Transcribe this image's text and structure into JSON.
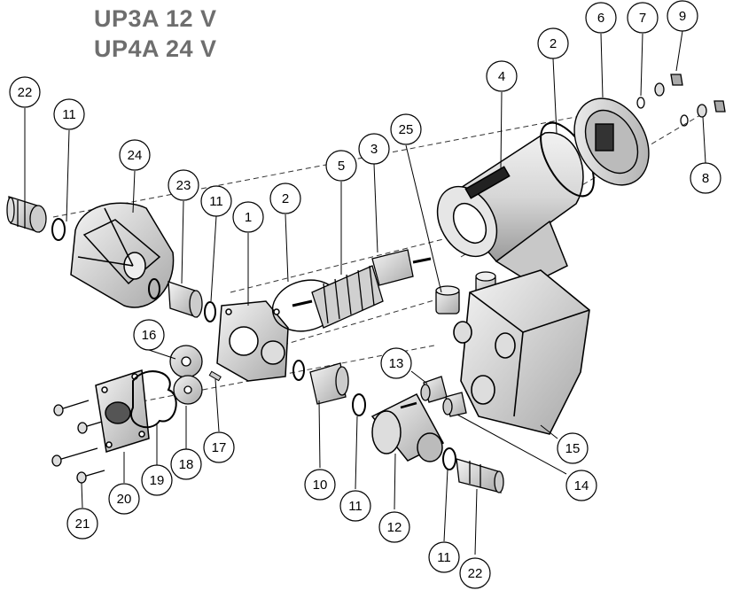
{
  "title": {
    "line1": "UP3A 12 V",
    "line2": "UP4A 24 V"
  },
  "callouts": [
    {
      "id": "c22a",
      "label": "22"
    },
    {
      "id": "c11a",
      "label": "11"
    },
    {
      "id": "c24",
      "label": "24"
    },
    {
      "id": "c23",
      "label": "23"
    },
    {
      "id": "c11b",
      "label": "11"
    },
    {
      "id": "c1",
      "label": "1"
    },
    {
      "id": "c2a",
      "label": "2"
    },
    {
      "id": "c5",
      "label": "5"
    },
    {
      "id": "c3",
      "label": "3"
    },
    {
      "id": "c25",
      "label": "25"
    },
    {
      "id": "c4",
      "label": "4"
    },
    {
      "id": "c2b",
      "label": "2"
    },
    {
      "id": "c6",
      "label": "6"
    },
    {
      "id": "c7",
      "label": "7"
    },
    {
      "id": "c9",
      "label": "9"
    },
    {
      "id": "c8",
      "label": "8"
    },
    {
      "id": "c16",
      "label": "16"
    },
    {
      "id": "c13",
      "label": "13"
    },
    {
      "id": "c15",
      "label": "15"
    },
    {
      "id": "c14",
      "label": "14"
    },
    {
      "id": "c17",
      "label": "17"
    },
    {
      "id": "c18",
      "label": "18"
    },
    {
      "id": "c19",
      "label": "19"
    },
    {
      "id": "c20",
      "label": "20"
    },
    {
      "id": "c21",
      "label": "21"
    },
    {
      "id": "c10",
      "label": "10"
    },
    {
      "id": "c11c",
      "label": "11"
    },
    {
      "id": "c12",
      "label": "12"
    },
    {
      "id": "c11d",
      "label": "11"
    },
    {
      "id": "c22b",
      "label": "22"
    }
  ]
}
